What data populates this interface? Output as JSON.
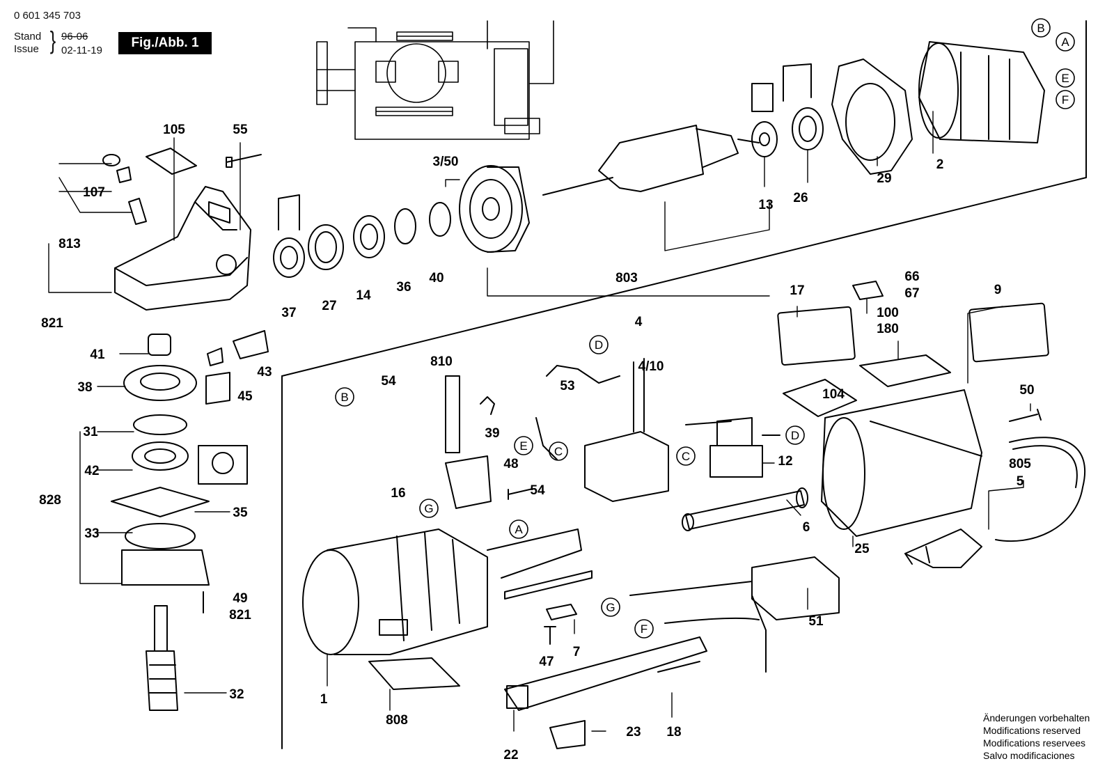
{
  "header": {
    "doc_number": "0 601 345 703",
    "stand_label": "Stand",
    "issue_label": "Issue",
    "stand_value": "96-06",
    "issue_value": "02-11-19",
    "figure_label": "Fig./Abb. 1"
  },
  "part_numbers": [
    "105",
    "55",
    "107",
    "813",
    "821",
    "3/50",
    "803",
    "37",
    "27",
    "14",
    "36",
    "40",
    "13",
    "26",
    "29",
    "2",
    "41",
    "38",
    "43",
    "45",
    "31",
    "42",
    "35",
    "33",
    "828",
    "49",
    "821",
    "32",
    "4",
    "4/10",
    "810",
    "54",
    "53",
    "39",
    "48",
    "16",
    "54",
    "17",
    "66",
    "67",
    "100",
    "180",
    "104",
    "9",
    "50",
    "12",
    "805",
    "5",
    "6",
    "25",
    "51",
    "7",
    "47",
    "1",
    "808",
    "22",
    "23",
    "18"
  ],
  "circle_letters": [
    "B",
    "A",
    "E",
    "F",
    "D",
    "B",
    "E",
    "C",
    "C",
    "D",
    "G",
    "A",
    "G",
    "F"
  ],
  "notice": {
    "line1": "Änderungen vorbehalten",
    "line2": "Modifications reserved",
    "line3": "Modifications reservees",
    "line4": "Salvo modificaciones"
  }
}
